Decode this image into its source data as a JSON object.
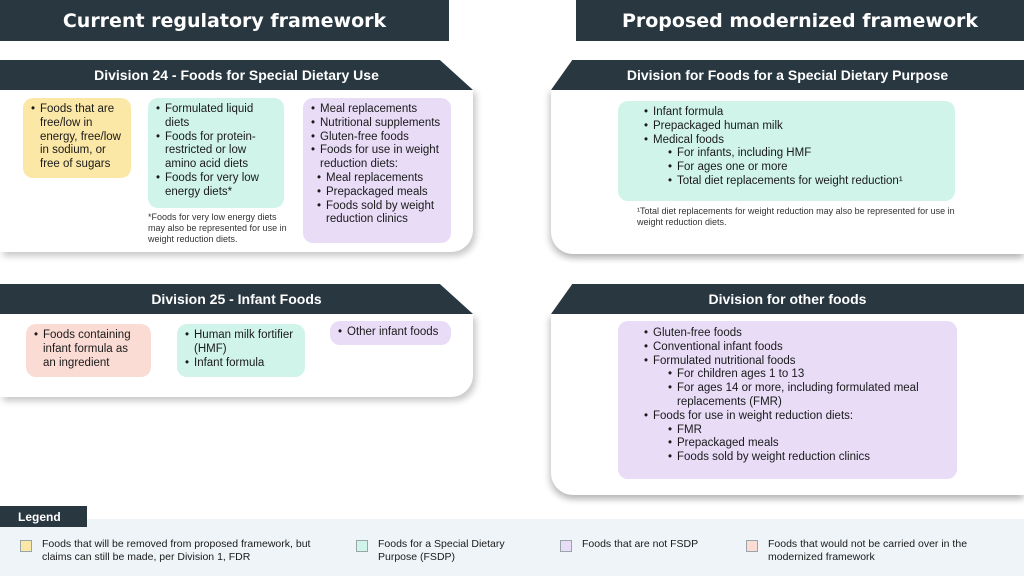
{
  "titles": {
    "current": "Current regulatory framework",
    "proposed": "Proposed modernized framework"
  },
  "div24": {
    "header": "Division 24 - Foods for Special Dietary Use",
    "box_yellow": [
      "Foods that are free/low in energy, free/low in sodium, or free of sugars"
    ],
    "box_teal": [
      "Formulated liquid diets",
      "Foods for protein-restricted or low amino acid diets",
      "Foods for very low energy diets*"
    ],
    "teal_note": "*Foods for very low energy diets may also be represented for use in weight reduction diets.",
    "box_purple": {
      "items": [
        "Meal replacements",
        "Nutritional supplements",
        "Gluten-free foods",
        "Foods for use in weight reduction diets:"
      ],
      "sub": [
        "Meal replacements",
        "Prepackaged meals",
        "Foods sold by weight reduction clinics"
      ]
    }
  },
  "div25": {
    "header": "Division 25 - Infant Foods",
    "box_pink": [
      "Foods containing infant formula as an ingredient"
    ],
    "box_teal": [
      "Human milk fortifier (HMF)",
      "Infant formula"
    ],
    "box_purple": [
      "Other infant foods"
    ]
  },
  "fsdp": {
    "header": "Division for Foods for a Special Dietary Purpose",
    "items": [
      "Infant formula",
      "Prepackaged human milk",
      "Medical foods"
    ],
    "sub": [
      "For infants, including HMF",
      "For ages one or more",
      "Total diet replacements for weight reduction¹"
    ],
    "note": "¹Total diet replacements for weight reduction may also be represented for use in weight reduction diets."
  },
  "other": {
    "header": "Division for other foods",
    "items_a": [
      "Gluten-free foods",
      "Conventional infant foods",
      "Formulated nutritional foods"
    ],
    "sub_a": [
      "For children ages 1 to 13",
      "For ages 14 or more, including formulated meal replacements (FMR)"
    ],
    "items_b": [
      "Foods for use in weight reduction diets:"
    ],
    "sub_b": [
      "FMR",
      "Prepackaged meals",
      "Foods sold by weight reduction clinics"
    ]
  },
  "legend": {
    "title": "Legend",
    "items": [
      {
        "color": "#fbe7a6",
        "label": "Foods that will be removed from proposed framework, but claims can still be made, per Division 1, FDR"
      },
      {
        "color": "#d0f4ea",
        "label": "Foods for a Special Dietary Purpose (FSDP)"
      },
      {
        "color": "#e8dcf7",
        "label": "Foods that are not FSDP"
      },
      {
        "color": "#fadcd5",
        "label": "Foods that would not be carried over in the modernized framework"
      }
    ]
  }
}
